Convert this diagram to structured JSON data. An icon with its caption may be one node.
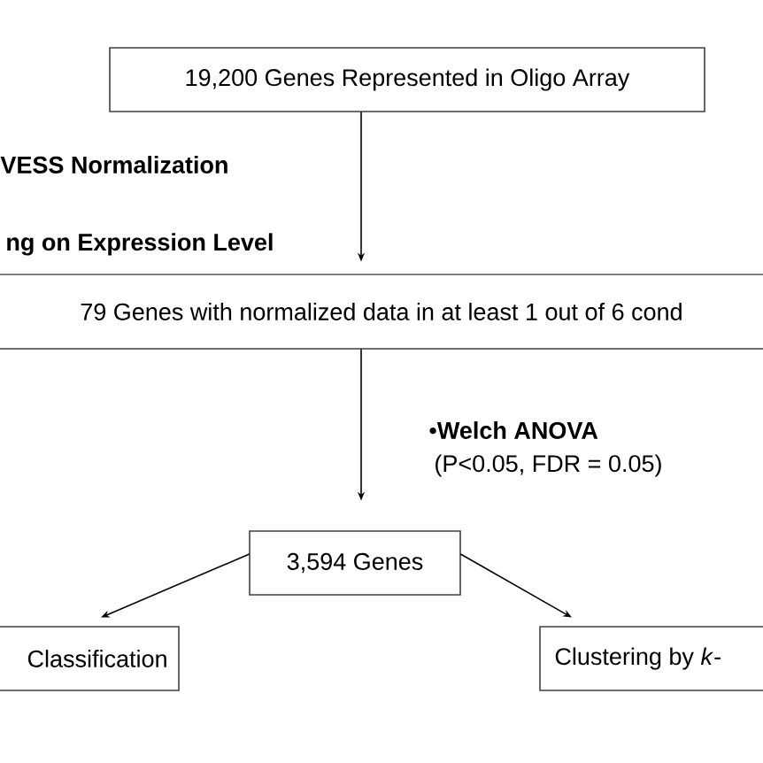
{
  "diagram": {
    "nodes": [
      {
        "text": [
          "19,200 Genes Represented in Oligo Array"
        ]
      },
      {
        "text": [
          "79 Genes with normalized data in at least 1 out of 6 cond"
        ]
      },
      {
        "text": [
          "3,594 Genes"
        ]
      },
      {
        "text": [
          "Classification"
        ]
      },
      {
        "text": [
          "Clustering by *k*-"
        ]
      }
    ],
    "edges": [
      {
        "from": 0,
        "to": 1,
        "arrow": "to"
      },
      {
        "from": 1,
        "to": 2,
        "arrow": "to"
      },
      {
        "from": 2,
        "to": 3,
        "arrow": "to"
      },
      {
        "from": 2,
        "to": 4,
        "arrow": "to"
      }
    ],
    "labels": [
      "VESS Normalization",
      "ng on Expression Level",
      "•**Welch ANOVA**",
      "(P<0.05, FDR = 0.05)"
    ]
  }
}
